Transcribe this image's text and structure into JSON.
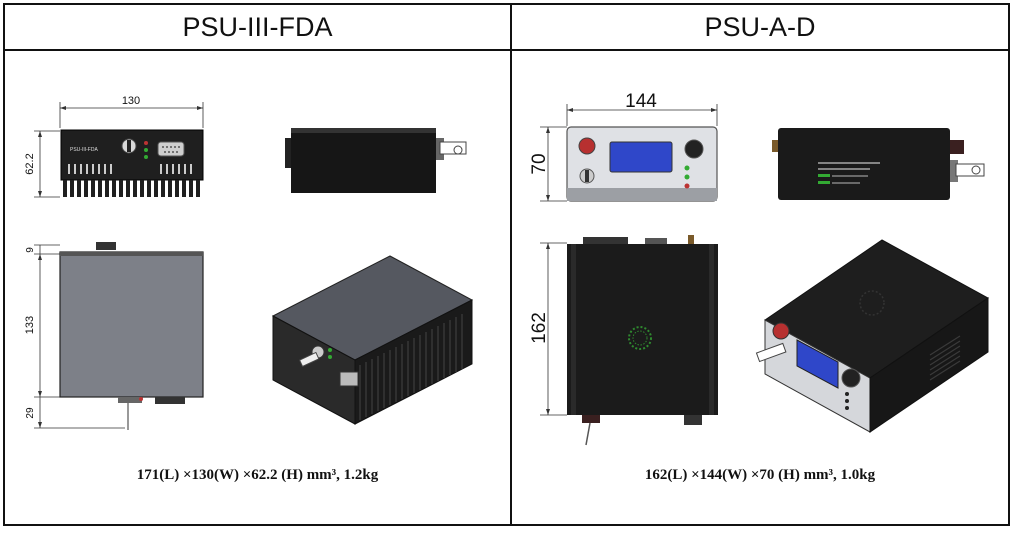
{
  "columns": [
    {
      "title": "PSU-III-FDA",
      "spec": "171(L) ×130(W) ×62.2 (H) mm³, 1.2kg",
      "front_panel_label": "PSU-III-FDA",
      "dimensions": {
        "width": "130",
        "height": "62.2",
        "top_offset": "9",
        "depth": "133",
        "bottom_offset": "29"
      }
    },
    {
      "title": "PSU-A-D",
      "spec": "162(L) ×144(W) ×70 (H) mm³, 1.0kg",
      "dimensions": {
        "width": "144",
        "height": "70",
        "depth": "162"
      }
    }
  ],
  "colors": {
    "border": "#111111",
    "body_dark": "#1c1c1c",
    "body_gray": "#7d8088",
    "panel_light": "#dfe1e5",
    "screen_blue": "#2f47c9"
  }
}
